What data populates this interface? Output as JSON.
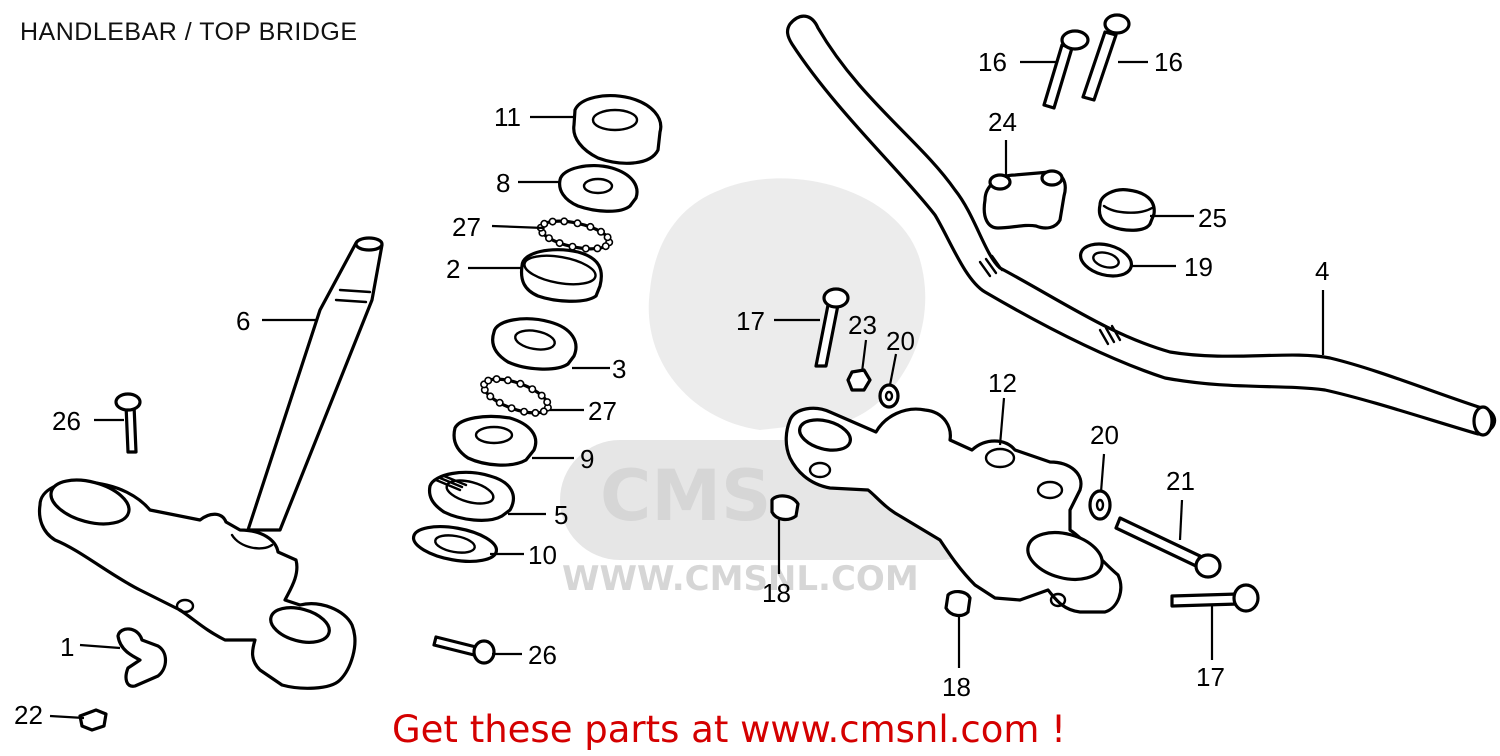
{
  "title": "HANDLEBAR / TOP BRIDGE",
  "footer_link_text": "Get these parts at www.cmsnl.com !",
  "watermark": {
    "text": "WWW.CMSNL.COM",
    "logo": "CMS"
  },
  "colors": {
    "footer_text": "#d40000",
    "line_art": "#000000",
    "watermark": "#d6d6d6"
  },
  "callouts": {
    "c16a": "16",
    "c16b": "16",
    "c24": "24",
    "c25": "25",
    "c19": "19",
    "c4": "4",
    "c11": "11",
    "c8": "8",
    "c27a": "27",
    "c2": "2",
    "c6": "6",
    "c17a": "17",
    "c23": "23",
    "c20a": "20",
    "c3": "3",
    "c27b": "27",
    "c12": "12",
    "c26a": "26",
    "c9": "9",
    "c20b": "20",
    "c21": "21",
    "c5": "5",
    "c10": "10",
    "c18a": "18",
    "c17b": "17",
    "c1": "1",
    "c26b": "26",
    "c18b": "18",
    "c22": "22"
  }
}
